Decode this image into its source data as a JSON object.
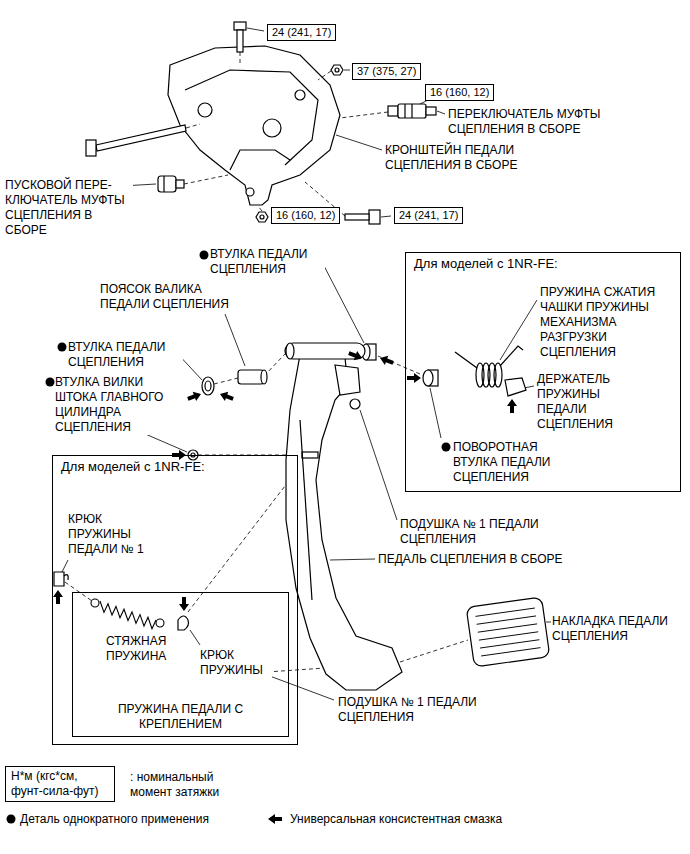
{
  "diagram": {
    "nodes": [
      {
        "text": [
          "24 (241, 17)"
        ]
      },
      {
        "text": [
          "37 (375, 27)"
        ]
      },
      {
        "text": [
          "16 (160, 12)"
        ]
      },
      {
        "text": [
          "16 (160, 12)"
        ]
      },
      {
        "text": [
          "24 (241, 17)"
        ]
      },
      {
        "text": [
          "Для моделей с 1NR-FE:"
        ]
      },
      {
        "text": [
          "Для моделей с 1NR-FE:"
        ]
      },
      {
        "text": [
          "ПРУЖИНА ПЕДАЛИ С КРЕПЛЕНИЕМ"
        ],
        "in": 6
      },
      {
        "text": [
          "Н*м (кгс*см, фунт-сила-фут)"
        ]
      }
    ],
    "labels": [
      "ПЕРЕКЛЮЧАТЕЛЬ МУФТЫ СЦЕПЛЕНИЯ В СБОРЕ",
      "КРОНШТЕЙН ПЕДАЛИ СЦЕПЛЕНИЯ В СБОРЕ",
      "ПУСКОВОЙ ПЕРЕ- КЛЮЧАТЕЛЬ МУФТЫ СЦЕПЛЕНИЯ В СБОРЕ",
      "ВТУЛКА ПЕДАЛИ СЦЕПЛЕНИЯ",
      "ПОЯСОК ВАЛИКА ПЕДАЛИ СЦЕПЛЕНИЯ",
      "ВТУЛКА ПЕДАЛИ СЦЕПЛЕНИЯ",
      "ВТУЛКА ВИЛКИ ШТОКА ГЛАВНОГО ЦИЛИНДРА СЦЕПЛЕНИЯ",
      "ПРУЖИНА СЖАТИЯ ЧАШКИ ПРУЖИНЫ МЕХАНИЗМА РАЗГРУЗКИ СЦЕПЛЕНИЯ",
      "ДЕРЖАТЕЛЬ ПРУЖИНЫ ПЕДАЛИ СЦЕПЛЕНИЯ",
      "ПОВОРОТНАЯ ВТУЛКА ПЕДАЛИ СЦЕПЛЕНИЯ",
      "ПОДУШКА № 1 ПЕДАЛИ СЦЕПЛЕНИЯ",
      "ПЕДАЛЬ СЦЕПЛЕНИЯ В СБОРЕ",
      "НАКЛАДКА ПЕДАЛИ СЦЕПЛЕНИЯ",
      "КРЮК ПРУЖИНЫ ПЕДАЛИ № 1",
      "СТЯЖНАЯ ПРУЖИНА",
      "КРЮК ПРУЖИНЫ",
      "ПОДУШКА № 1 ПЕДАЛИ СЦЕПЛЕНИЯ",
      ": номинальный момент затяжки"
    ],
    "legend": [
      {
        "text": "Деталь однократного применения"
      },
      {
        "text": "Универсальная консистентная смазка"
      }
    ]
  }
}
